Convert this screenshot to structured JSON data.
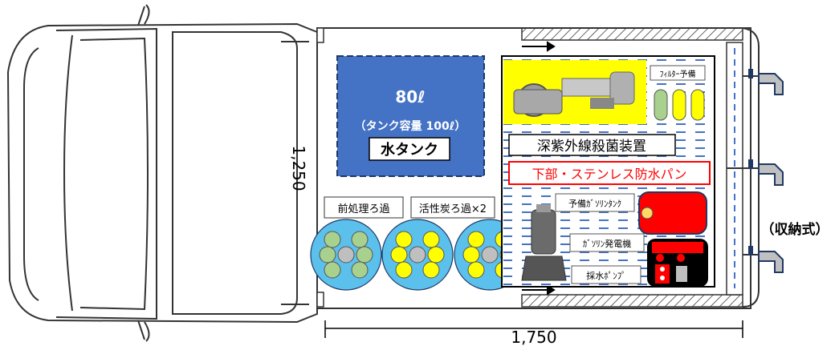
{
  "tank": {
    "volume": "80ℓ",
    "capacity": "（タンク容量 100ℓ）",
    "name": "水タンク"
  },
  "dimensions": {
    "width": "1,250",
    "length": "1,750"
  },
  "filters": {
    "pretreatment": "前処理ろ過",
    "activated_carbon": "活性炭ろ過×2"
  },
  "equipment": {
    "filter_spare": "ﾌｨﾙﾀｰ予備",
    "uv_sterilizer": "深紫外線殺菌装置",
    "waterproof_pan": "下部・ステンレス防水パン",
    "spare_gas_tank": "予備ｶﾞｿﾘﾝﾀﾝｸ",
    "gas_generator": "ｶﾞｿﾘﾝ発電機",
    "intake_pump": "採水ﾎﾟﾝﾌﾟ"
  },
  "storage_note": "（収納式）",
  "colors": {
    "tank_blue": "#4472c4",
    "filter_ring": "#5bc0eb",
    "green_cell": "#a9d18e",
    "yellow_cell": "#ffff00",
    "red": "#ff0000"
  }
}
